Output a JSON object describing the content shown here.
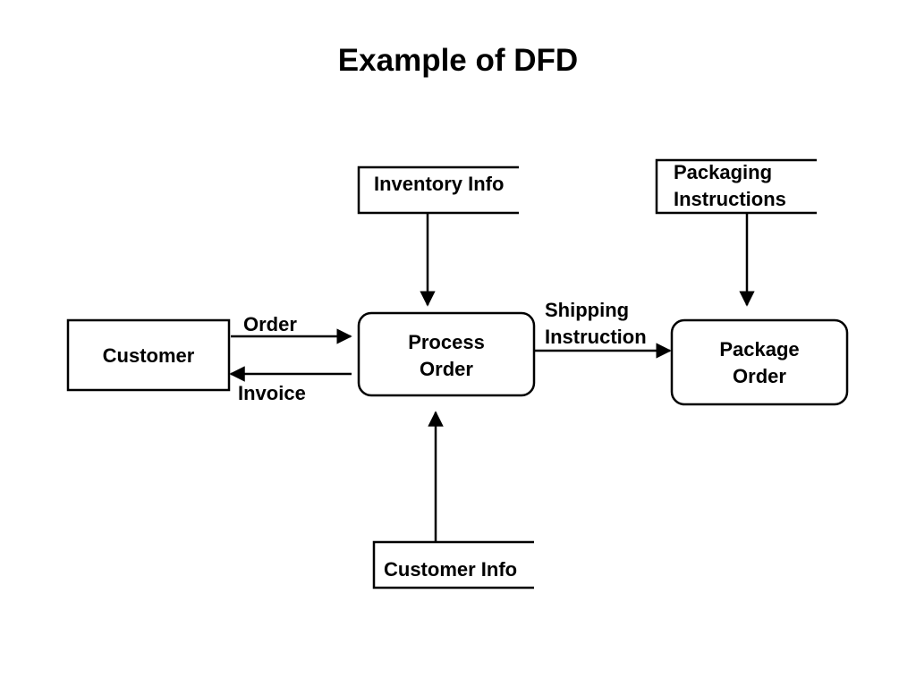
{
  "title": "Example of DFD",
  "entities": {
    "customer": "Customer"
  },
  "processes": {
    "process_order": [
      "Process",
      "Order"
    ],
    "package_order": [
      "Package",
      "Order"
    ]
  },
  "data_stores": {
    "inventory_info": "Inventory Info",
    "packaging_instructions": [
      "Packaging",
      "Instructions"
    ],
    "customer_info": "Customer Info"
  },
  "flows": {
    "order": "Order",
    "invoice": "Invoice",
    "shipping_instruction": [
      "Shipping",
      "Instruction"
    ]
  },
  "colors": {
    "stroke": "#000000",
    "background": "#ffffff"
  }
}
